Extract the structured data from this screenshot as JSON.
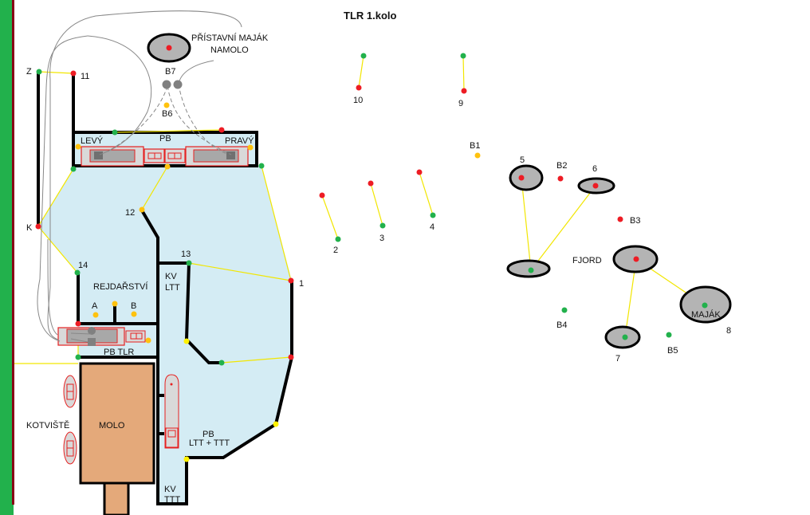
{
  "title": "TLR 1.kolo",
  "colors": {
    "sidebar_green": "#22b14c",
    "sidebar_dark": "#880015",
    "water": "#d4ecf4",
    "pier": "#e4a97a",
    "island": "#b4b4b4",
    "node_red": "#ed1c24",
    "node_green": "#22b14c",
    "node_orange": "#ffc20e",
    "node_yellow": "#fff200",
    "node_gray": "#808080",
    "link_yellow": "#f2e600",
    "boat_red": "#e62020",
    "boat_fill": "#d9d9d9"
  },
  "labels": {
    "harbor_lighthouse_line1": "PŘÍSTAVNÍ MAJÁK",
    "harbor_lighthouse_line2": "NAMOLO",
    "levy": "LEVÝ",
    "pravy": "PRAVÝ",
    "pb_top": "PB",
    "rejdarstvi": "REJDAŘSTVÍ",
    "pb_tlr": "PB TLR",
    "kotviste": "KOTVIŠTĚ",
    "molo": "MOLO",
    "kv_ltt_1": "KV",
    "kv_ltt_2": "LTT",
    "pb_ltt_1": "PB",
    "pb_ltt_2": "LTT + TTT",
    "kv_ttt_1": "KV",
    "kv_ttt_2": "TTT",
    "fjord": "FJORD",
    "majak": "MAJÁK"
  },
  "nodes": [
    {
      "id": "Z",
      "label": "Z",
      "color": "green"
    },
    {
      "id": "11",
      "label": "11",
      "color": "red"
    },
    {
      "id": "K",
      "label": "K",
      "color": "red"
    },
    {
      "id": "12",
      "label": "12",
      "color": "orange"
    },
    {
      "id": "13",
      "label": "13",
      "color": "green"
    },
    {
      "id": "14",
      "label": "14",
      "color": "green"
    },
    {
      "id": "1",
      "label": "1",
      "color": "red"
    },
    {
      "id": "A",
      "label": "A",
      "color": "orange"
    },
    {
      "id": "B",
      "label": "B",
      "color": "orange"
    },
    {
      "id": "B6",
      "label": "B6",
      "color": "orange"
    },
    {
      "id": "B7",
      "label": "B7",
      "color": "gray"
    },
    {
      "id": "10",
      "label": "10",
      "color": "red"
    },
    {
      "id": "9",
      "label": "9",
      "color": "red"
    },
    {
      "id": "2",
      "label": "2",
      "color": "green"
    },
    {
      "id": "3",
      "label": "3",
      "color": "green"
    },
    {
      "id": "4",
      "label": "4",
      "color": "green"
    },
    {
      "id": "B1",
      "label": "B1",
      "color": "orange"
    },
    {
      "id": "B2",
      "label": "B2",
      "color": "red"
    },
    {
      "id": "B3",
      "label": "B3",
      "color": "red"
    },
    {
      "id": "B4",
      "label": "B4",
      "color": "green"
    },
    {
      "id": "B5",
      "label": "B5",
      "color": "green"
    },
    {
      "id": "5",
      "label": "5",
      "color": "red"
    },
    {
      "id": "6",
      "label": "6",
      "color": "red"
    },
    {
      "id": "7",
      "label": "7",
      "color": "green"
    },
    {
      "id": "8",
      "label": "8",
      "color": "green"
    }
  ]
}
